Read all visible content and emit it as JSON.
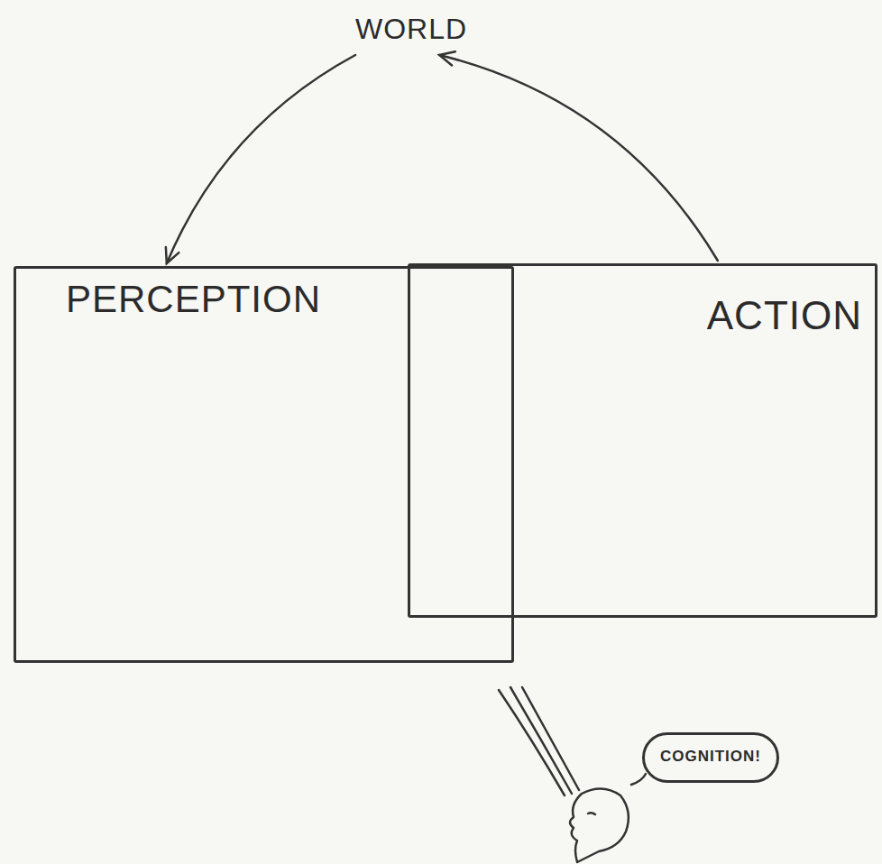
{
  "diagram": {
    "nodes": [
      {
        "text": [
          "WORLD"
        ]
      },
      {
        "text": [
          "PERCEPTION"
        ]
      },
      {
        "text": [
          "ACTION"
        ]
      },
      {
        "text": [
          "COGNITION!"
        ]
      }
    ],
    "edges": [
      {
        "from": 0,
        "to": 1,
        "arrow": "to"
      },
      {
        "from": 2,
        "to": 0,
        "arrow": "to"
      }
    ]
  }
}
